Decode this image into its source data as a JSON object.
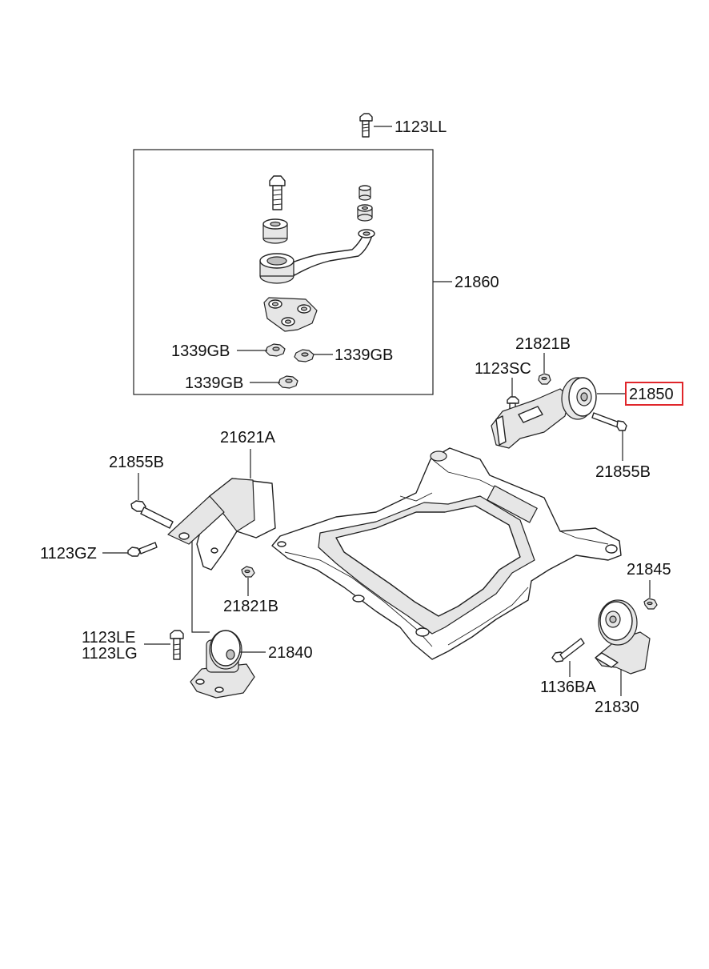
{
  "labels": {
    "top_bolt": "1123LL",
    "bracket_assy": "21860",
    "nut_left": "1339GB",
    "nut_right": "1339GB",
    "nut_bottom": "1339GB",
    "nut_upper_right": "21821B",
    "bolt_upper_right": "1123SC",
    "mount_upper_right": "21850",
    "bolt_lower_upper_right": "21855B",
    "bracket_left": "21621A",
    "bolt_left_upper": "21855B",
    "bolt_left_mid": "1123GZ",
    "nut_left_mid": "21821B",
    "bolt_left_lower_1": "1123LE",
    "bolt_left_lower_2": "1123LG",
    "mount_left": "21840",
    "nut_right_lower": "21845",
    "bolt_right_lower": "1136BA",
    "mount_right_lower": "21830"
  },
  "highlight": {
    "label_key": "mount_upper_right",
    "color": "#e0262b"
  }
}
